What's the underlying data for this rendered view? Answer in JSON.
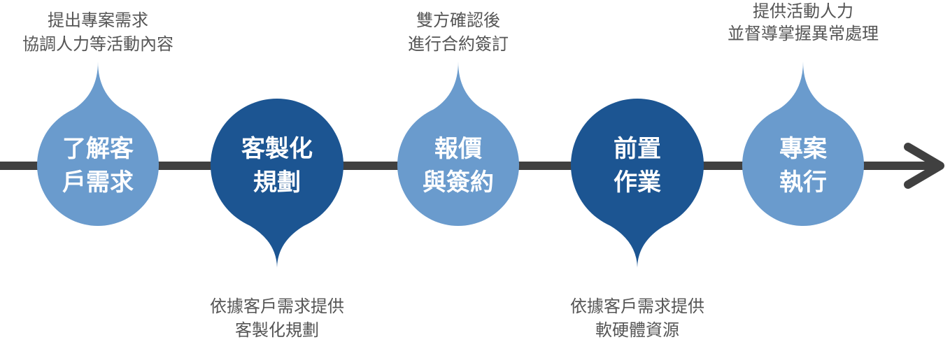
{
  "colors": {
    "light_blue": "#6a9bcd",
    "dark_blue": "#1c5592",
    "arrow": "#404040",
    "note_text": "#555555",
    "node_text": "#ffffff"
  },
  "arrow": {
    "direction": "right"
  },
  "steps": [
    {
      "title_line1": "了解客",
      "title_line2": "戶需求",
      "note_line1": "提出專案需求",
      "note_line2": "協調人力等活動內容",
      "pointer": "up",
      "color": "light_blue"
    },
    {
      "title_line1": "客製化",
      "title_line2": "規劃",
      "note_line1": "依據客戶需求提供",
      "note_line2": "客製化規劃",
      "pointer": "down",
      "color": "dark_blue"
    },
    {
      "title_line1": "報價",
      "title_line2": "與簽約",
      "note_line1": "雙方確認後",
      "note_line2": "進行合約簽訂",
      "pointer": "up",
      "color": "light_blue"
    },
    {
      "title_line1": "前置",
      "title_line2": "作業",
      "note_line1": "依據客戶需求提供",
      "note_line2": "軟硬體資源",
      "pointer": "down",
      "color": "dark_blue"
    },
    {
      "title_line1": "專案",
      "title_line2": "執行",
      "note_line1": "提供活動人力",
      "note_line2": "並督導掌握異常處理",
      "pointer": "up",
      "color": "light_blue"
    }
  ]
}
